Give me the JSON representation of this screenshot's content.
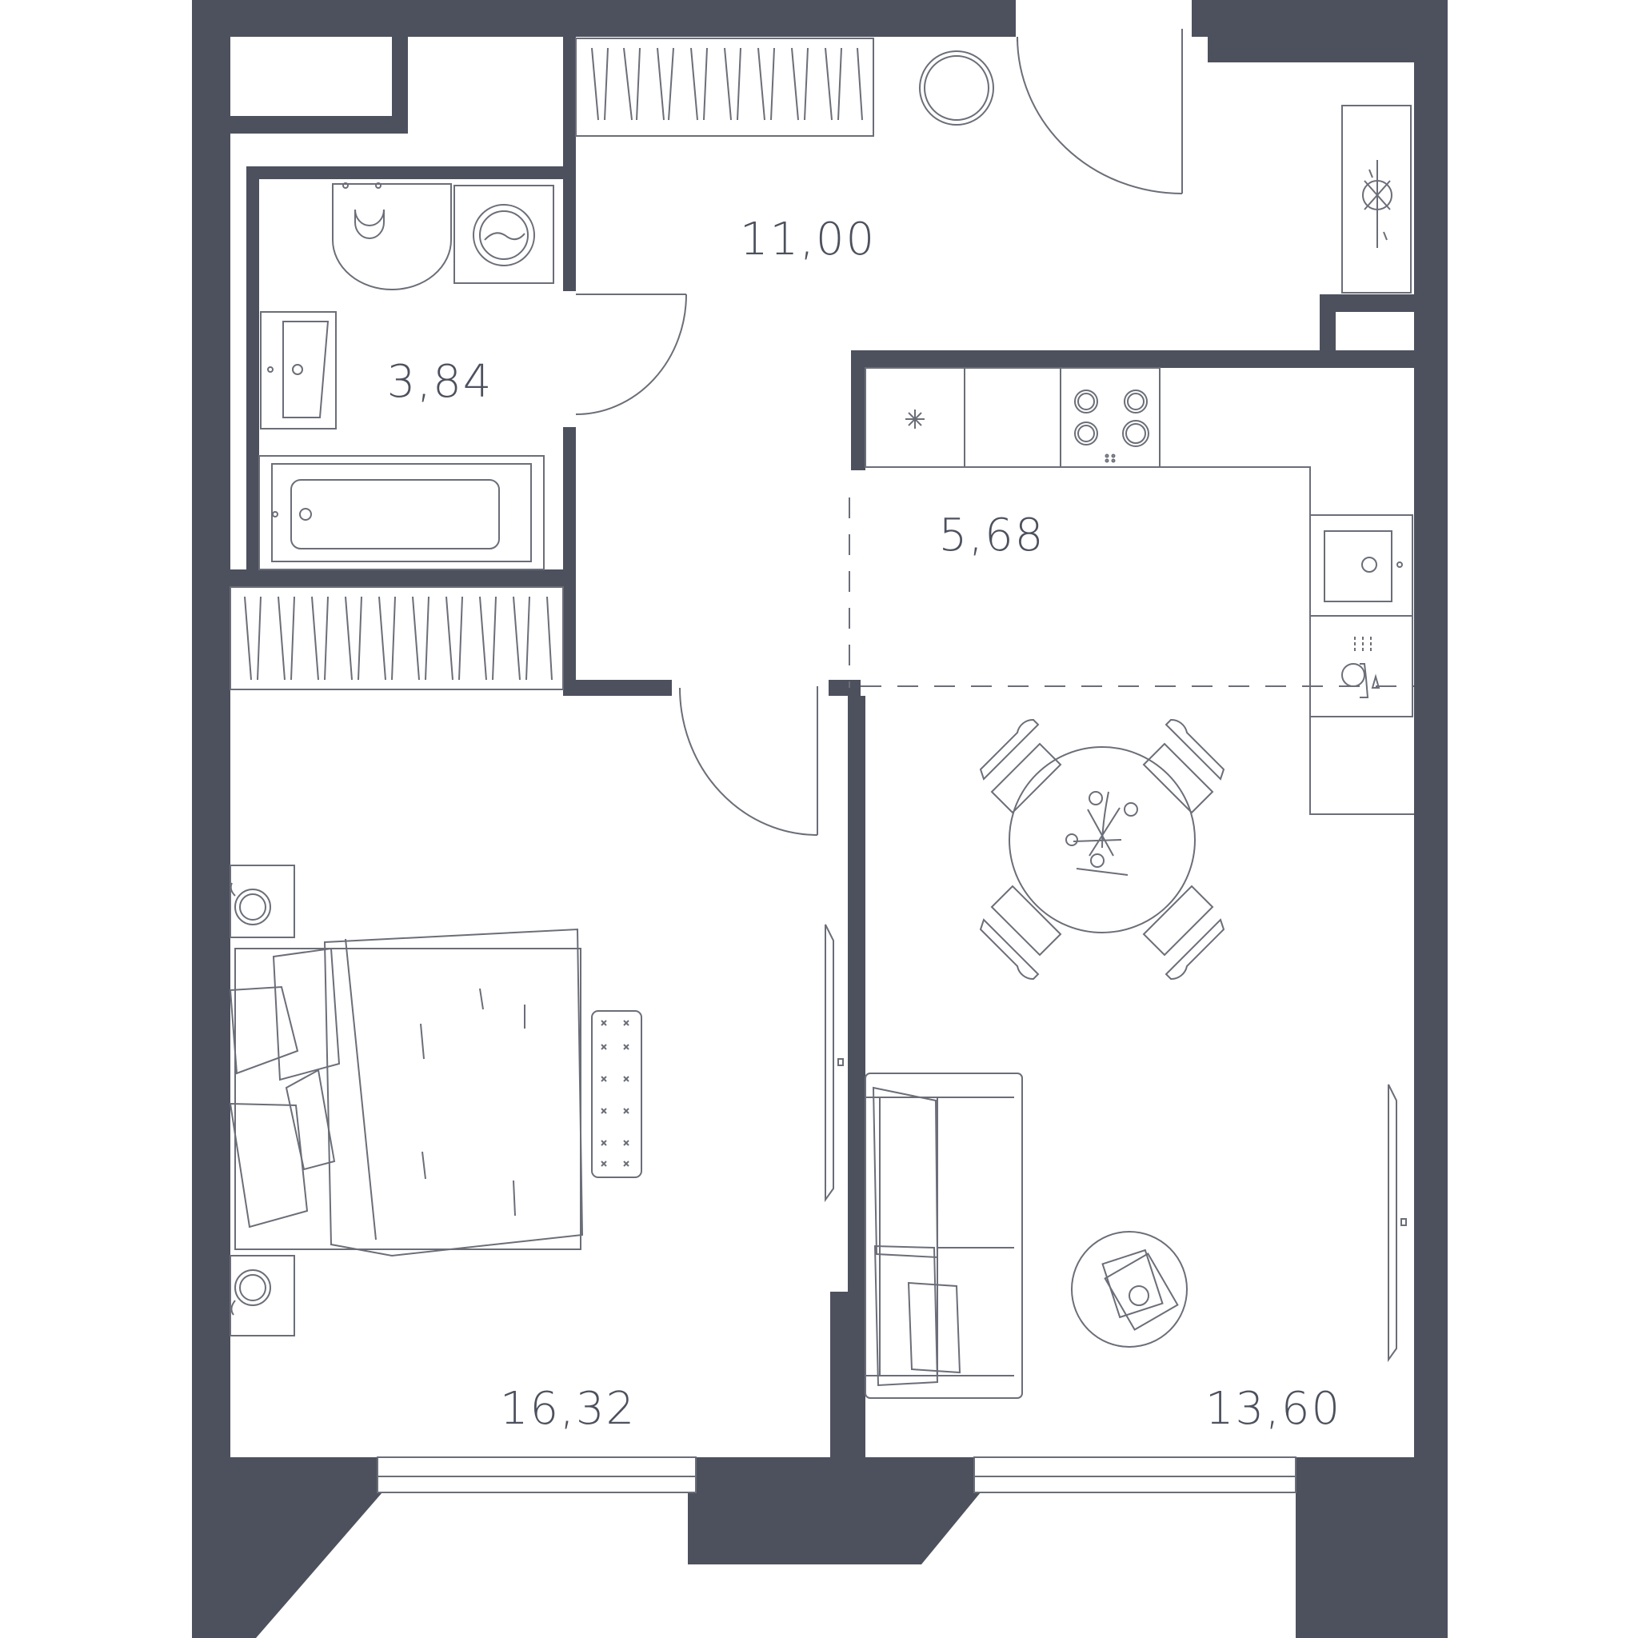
{
  "colors": {
    "wall": "#4d515e",
    "line": "#6b6e78",
    "background": "#ffffff",
    "text": "#4d515e"
  },
  "rooms": {
    "hall": {
      "area": "11,00"
    },
    "bathroom": {
      "area": "3,84"
    },
    "kitchen": {
      "area": "5,68"
    },
    "bedroom": {
      "area": "16,32"
    },
    "living": {
      "area": "13,60"
    }
  },
  "icons": [
    "toilet-icon",
    "washing-machine-icon",
    "sink-icon",
    "bathtub-icon",
    "wardrobe-icon",
    "round-mirror-icon",
    "plant-icon",
    "refrigerator-icon",
    "cooktop-icon",
    "kitchen-sink-icon",
    "dishwasher-icon",
    "dining-table-icon",
    "chair-icon",
    "double-bed-icon",
    "nightstand-icon",
    "rug-icon",
    "tv-icon",
    "sofa-icon",
    "coffee-table-icon"
  ]
}
